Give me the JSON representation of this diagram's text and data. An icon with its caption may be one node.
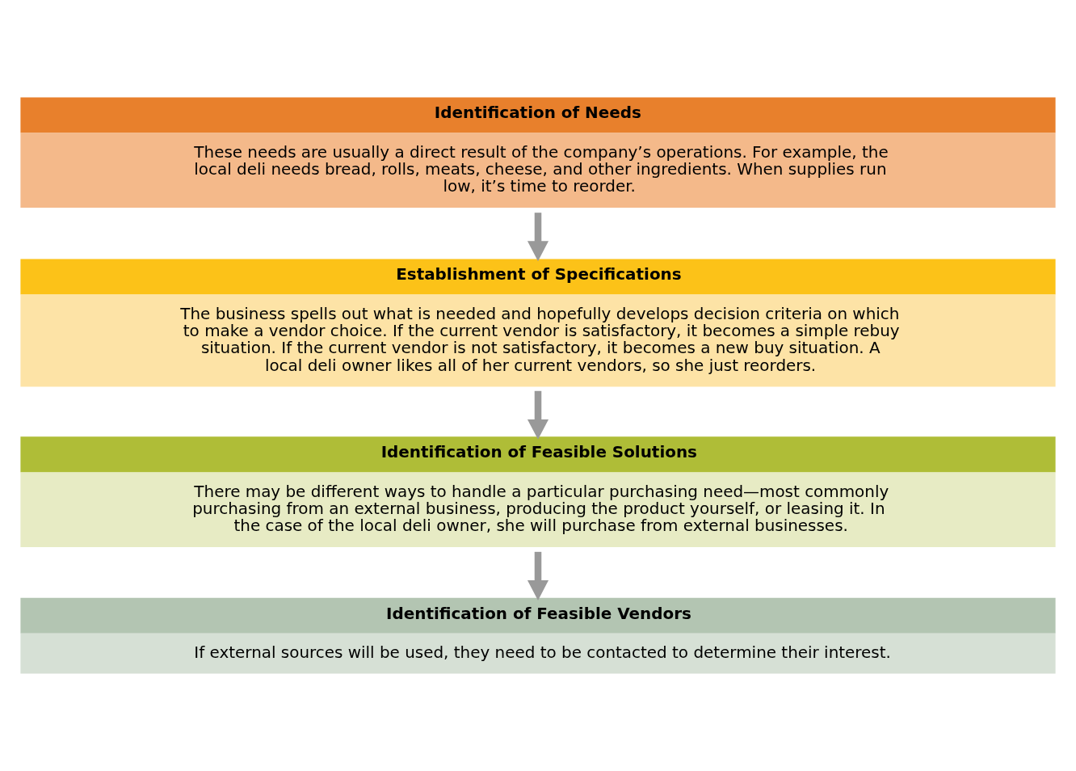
{
  "diagram": {
    "nodes": [
      {
        "text": [
          "Identification of Needs",
          "These needs are usually a direct result of the company’s operations. For example, the local deli needs bread, rolls, meats, cheese, and other ingredients. When supplies run low, it’s time to reorder."
        ]
      },
      {
        "text": [
          "Establishment of Specifications",
          "The business spells out what is needed and hopefully develops decision criteria on which to make a vendor choice. If the current vendor is satisfactory, it becomes a simple rebuy situation. If the current vendor is not satisfactory, it becomes a new buy situation. A local deli owner likes all of her current vendors, so she just reorders."
        ]
      },
      {
        "text": [
          "Identification of Feasible Solutions",
          "There may be different ways to handle a particular purchasing need—most commonly purchasing from an external business, producing the product yourself, or leasing it. In the case of the local deli owner, she will purchase from external businesses."
        ]
      },
      {
        "text": [
          "Identification of Feasible Vendors",
          "If external sources will be used, they need to be contacted to determine their interest."
        ]
      }
    ],
    "edges": [
      {
        "from": 0,
        "to": 1,
        "arrow": "to"
      },
      {
        "from": 1,
        "to": 2,
        "arrow": "to"
      },
      {
        "from": 2,
        "to": 3,
        "arrow": "to"
      }
    ]
  }
}
